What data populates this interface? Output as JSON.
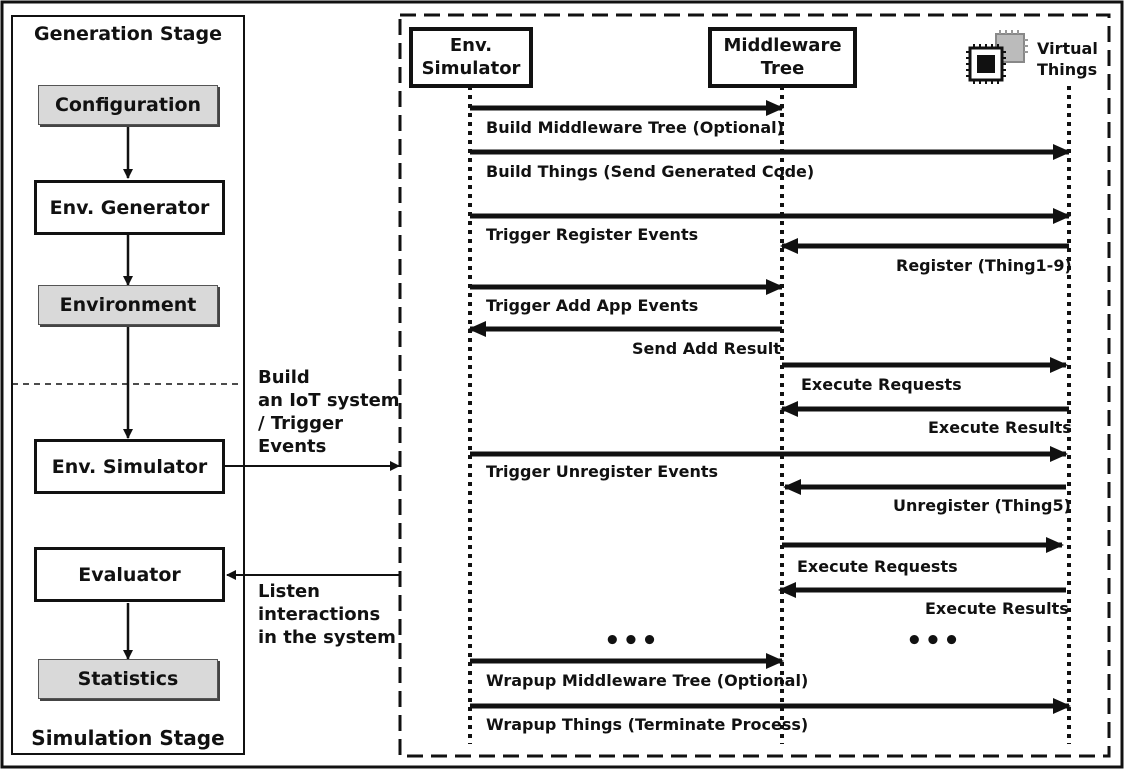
{
  "left_panel": {
    "top_title": "Generation Stage",
    "bottom_title": "Simulation Stage",
    "configuration": "Configuration",
    "env_generator": "Env. Generator",
    "environment": "Environment",
    "env_simulator": "Env. Simulator",
    "evaluator": "Evaluator",
    "statistics": "Statistics"
  },
  "annotations": {
    "build_lines": [
      "Build",
      "an IoT system",
      "/ Trigger",
      "Events"
    ],
    "listen_lines": [
      "Listen",
      "interactions",
      "in the system"
    ]
  },
  "sequence": {
    "header_env_sim": [
      "Env.",
      "Simulator"
    ],
    "header_middleware": [
      "Middleware",
      "Tree"
    ],
    "header_virtual": [
      "Virtual",
      "Things"
    ],
    "messages": [
      "Build Middleware Tree (Optional)",
      "Build Things (Send Generated Code)",
      "Trigger Register Events",
      "Register (Thing1-9)",
      "Trigger Add App Events",
      "Send Add Result",
      "Execute Requests",
      "Execute Results",
      "Trigger Unregister Events",
      "Unregister (Thing5)",
      "Execute Requests",
      "Execute Results",
      "Wrapup Middleware Tree (Optional)",
      "Wrapup Things (Terminate Process)"
    ],
    "ellipsis": "•••"
  },
  "icons": [
    "chip-icon"
  ]
}
